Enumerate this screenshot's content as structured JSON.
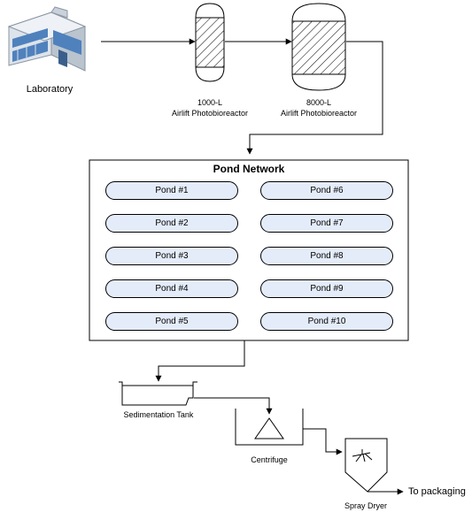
{
  "source": {
    "label": "Laboratory"
  },
  "reactors": [
    {
      "line1": "1000-L",
      "line2": "Airlift Photobioreactor"
    },
    {
      "line1": "8000-L",
      "line2": "Airlift Photobioreactor"
    }
  ],
  "pond_network": {
    "title": "Pond Network",
    "left_ponds": [
      "Pond #1",
      "Pond #2",
      "Pond #3",
      "Pond #4",
      "Pond #5"
    ],
    "right_ponds": [
      "Pond #6",
      "Pond #7",
      "Pond #8",
      "Pond #9",
      "Pond #10"
    ]
  },
  "sedimentation": {
    "label": "Sedimentation Tank"
  },
  "centrifuge": {
    "label": "Centrifuge"
  },
  "dryer": {
    "label": "Spray Dryer"
  },
  "output": {
    "label": "To packaging"
  },
  "colors": {
    "pond_fill": "#e4ecf9",
    "building_blue": "#4f81bd"
  }
}
